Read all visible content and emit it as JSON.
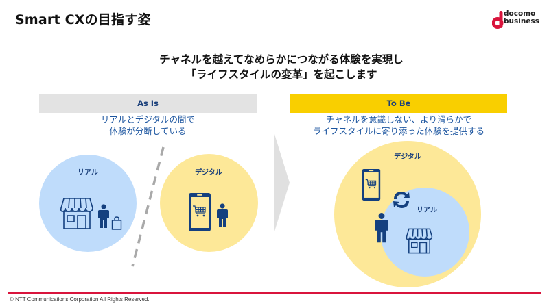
{
  "header": {
    "title": "Smart CXの目指す姿",
    "logo": {
      "line1": "docomo",
      "line2": "business",
      "brand_color": "#d9143c"
    }
  },
  "headline": {
    "line1": "チャネルを越えてなめらかにつながる体験を実現し",
    "line2": "「ライフスタイルの変革」を起こします"
  },
  "as_is": {
    "label": "As Is",
    "description_line1": "リアルとデジタルの間で",
    "description_line2": "体験が分断している",
    "real_label": "リアル",
    "digital_label": "デジタル",
    "bar_color": "#e3e3e3"
  },
  "to_be": {
    "label": "To Be",
    "description_line1": "チャネルを意識しない、より滑らかで",
    "description_line2": "ライフスタイルに寄り添った体験を提供する",
    "digital_label": "デジタル",
    "real_label": "リアル",
    "bar_color": "#f9cf00"
  },
  "colors": {
    "real_circle": "#bfdcfb",
    "digital_circle": "#fde898",
    "icon_navy": "#14407f",
    "accent_red": "#d9143c",
    "arrow_gray": "#e0e0e0",
    "divider_gray": "#a9a9a9"
  },
  "icons": [
    "store-icon",
    "person-icon",
    "shopping-bag-icon",
    "smartphone-cart-icon",
    "sync-arrows-icon",
    "chevron-right-arrow"
  ],
  "footer": {
    "copyright": "© NTT Communications Corporation All Rights Reserved."
  }
}
